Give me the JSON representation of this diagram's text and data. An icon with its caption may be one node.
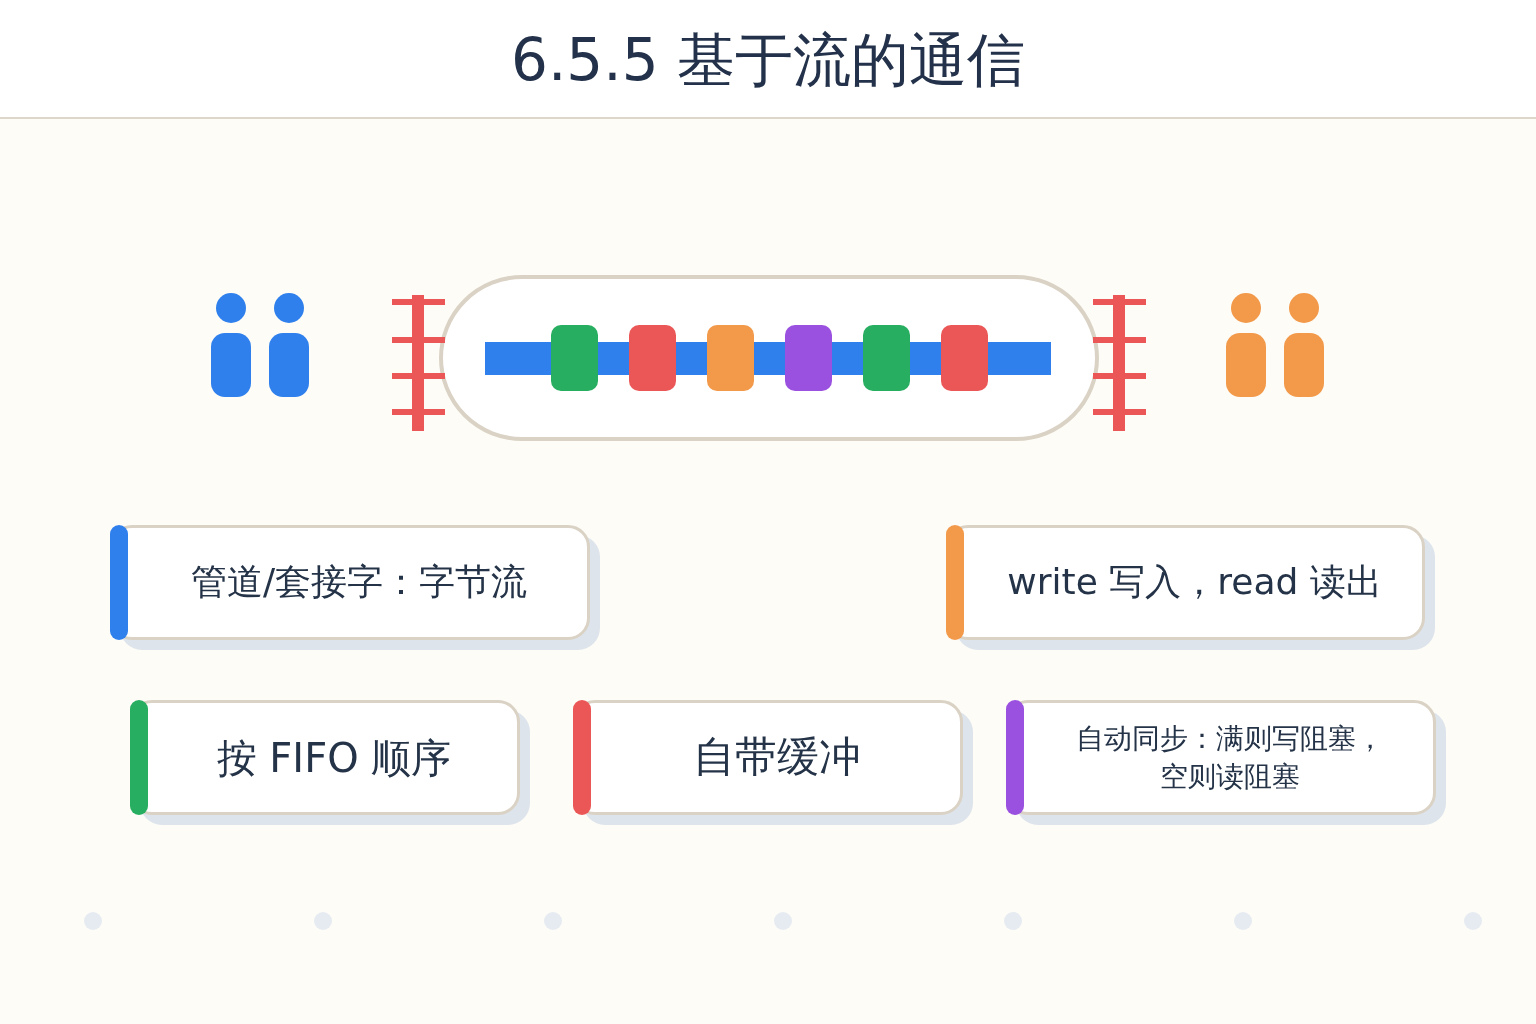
{
  "diagram": {
    "title": "6.5.5 基于流的通信",
    "nodes": [
      {
        "text": [
          "管道/套接字：字节流"
        ]
      },
      {
        "text": [
          "write 写入，read 读出"
        ]
      },
      {
        "text": [
          "按 FIFO 顺序"
        ]
      },
      {
        "text": [
          "自带缓冲"
        ]
      },
      {
        "text": [
          "自动同步：满则写阻塞，空则读阻塞"
        ]
      }
    ]
  }
}
